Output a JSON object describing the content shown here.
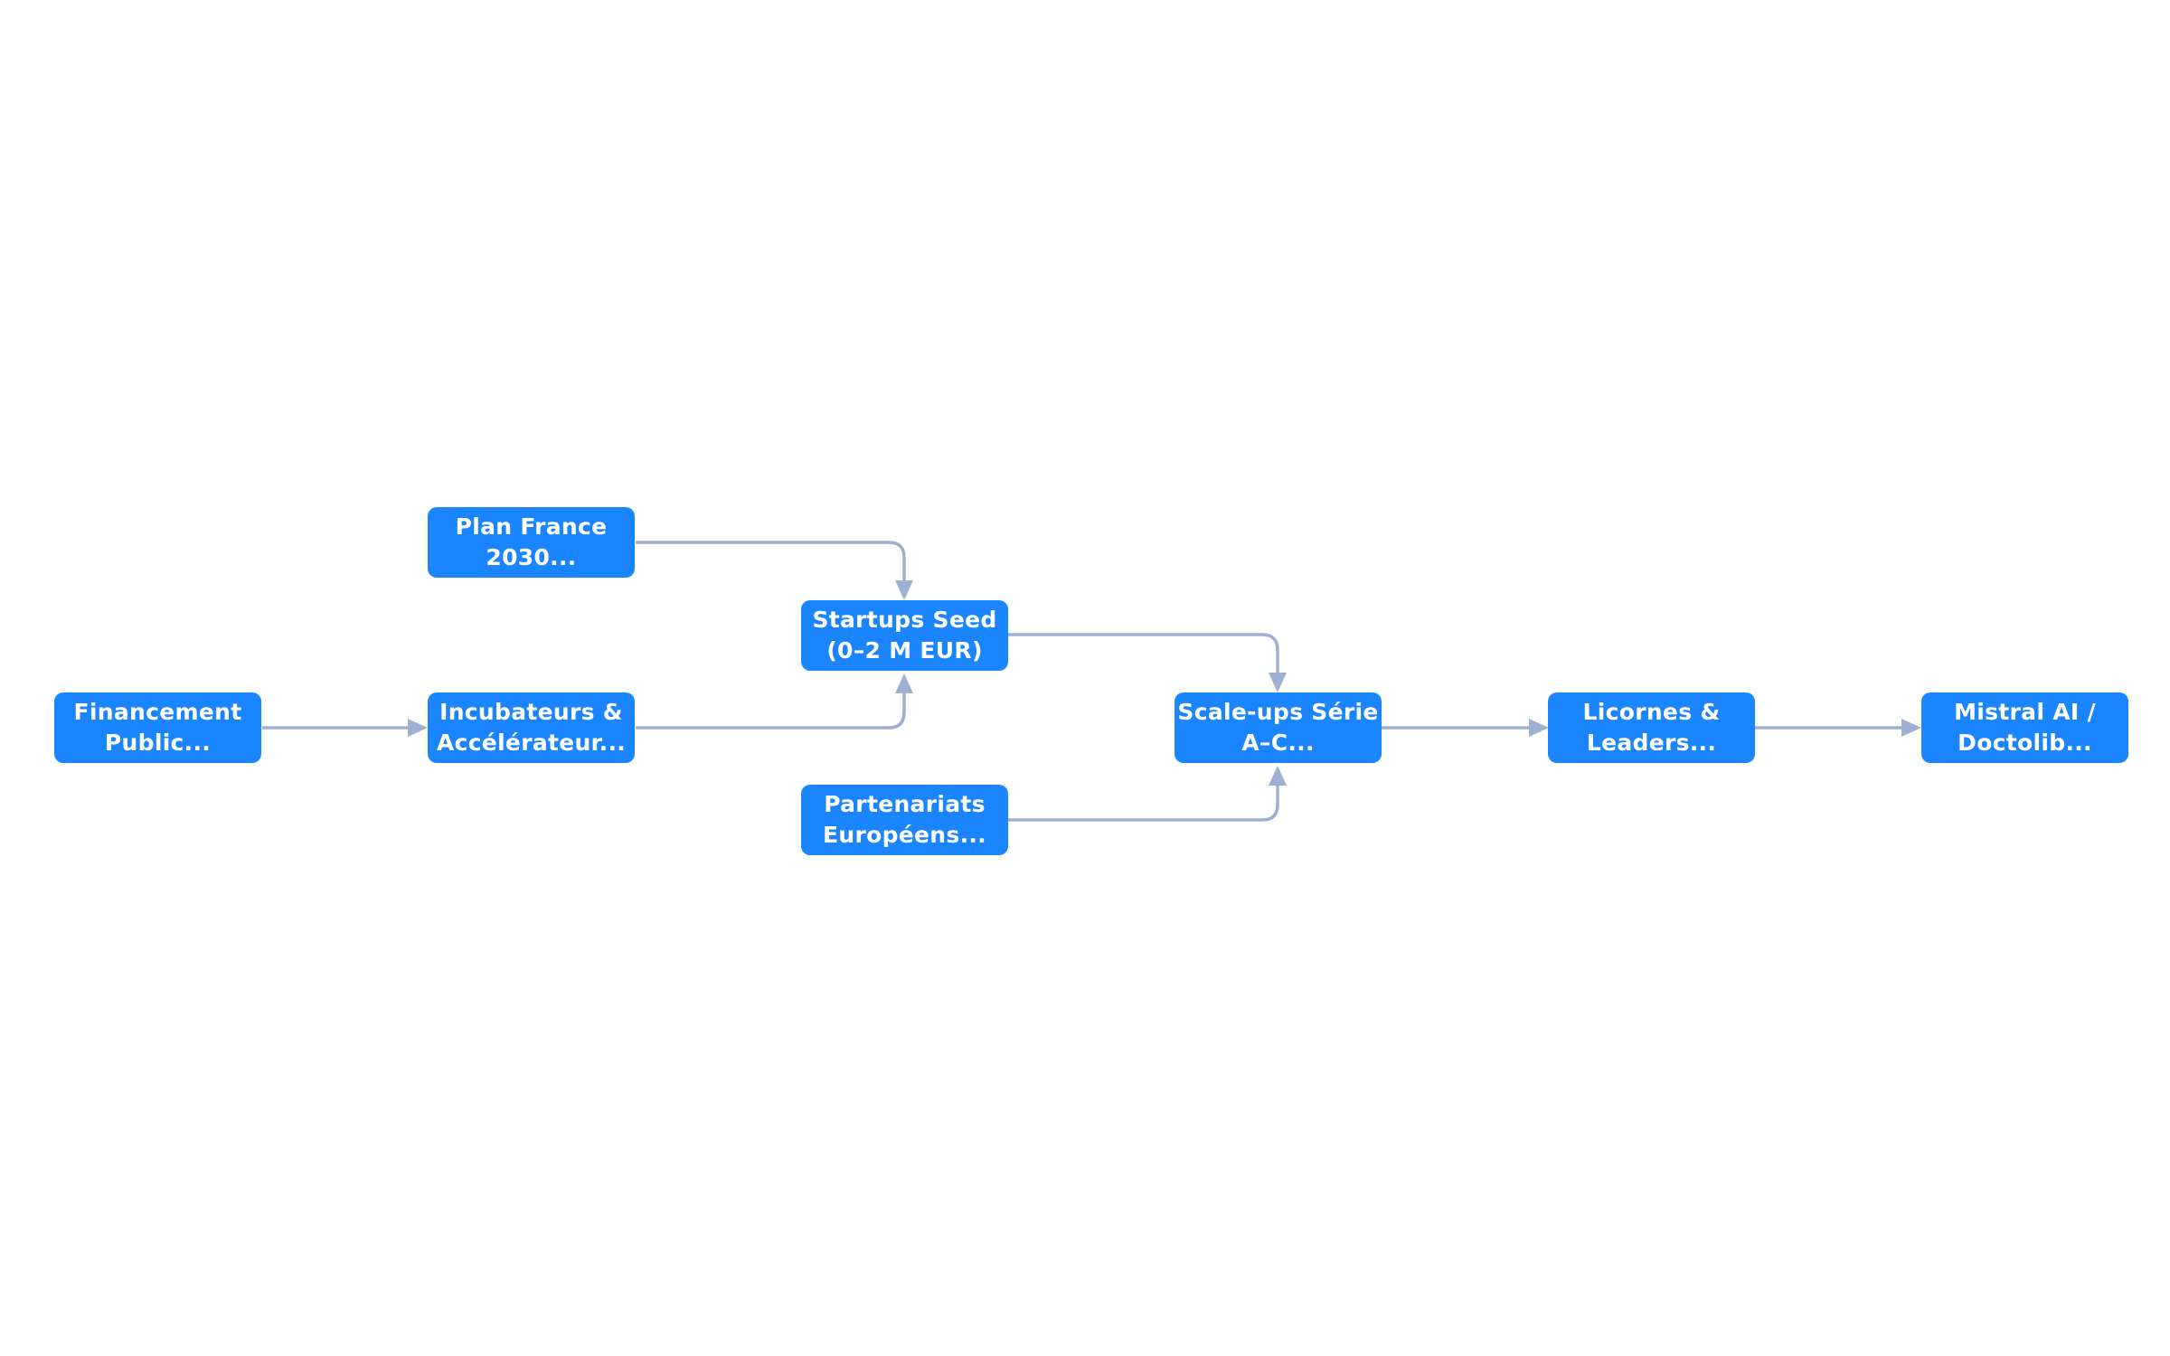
{
  "colors": {
    "node_fill": "#1a85ff",
    "node_text": "#ffffff",
    "edge": "#9db0d3",
    "background": "#ffffff"
  },
  "nodes": {
    "financement": {
      "line1": "Financement",
      "line2": "Public..."
    },
    "incubateurs": {
      "line1": "Incubateurs &",
      "line2": "Accélérateur..."
    },
    "plan": {
      "line1": "Plan France",
      "line2": "2030..."
    },
    "startups": {
      "line1": "Startups Seed",
      "line2": "(0–2 M EUR)"
    },
    "partenariats": {
      "line1": "Partenariats",
      "line2": "Européens..."
    },
    "scaleups": {
      "line1": "Scale-ups Série",
      "line2": "A–C..."
    },
    "licornes": {
      "line1": "Licornes &",
      "line2": "Leaders..."
    },
    "mistral": {
      "line1": "Mistral AI /",
      "line2": "Doctolib..."
    }
  },
  "edges": [
    {
      "from": "financement",
      "to": "incubateurs"
    },
    {
      "from": "incubateurs",
      "to": "startups"
    },
    {
      "from": "plan",
      "to": "startups"
    },
    {
      "from": "startups",
      "to": "scaleups"
    },
    {
      "from": "partenariats",
      "to": "scaleups"
    },
    {
      "from": "scaleups",
      "to": "licornes"
    },
    {
      "from": "licornes",
      "to": "mistral"
    }
  ]
}
